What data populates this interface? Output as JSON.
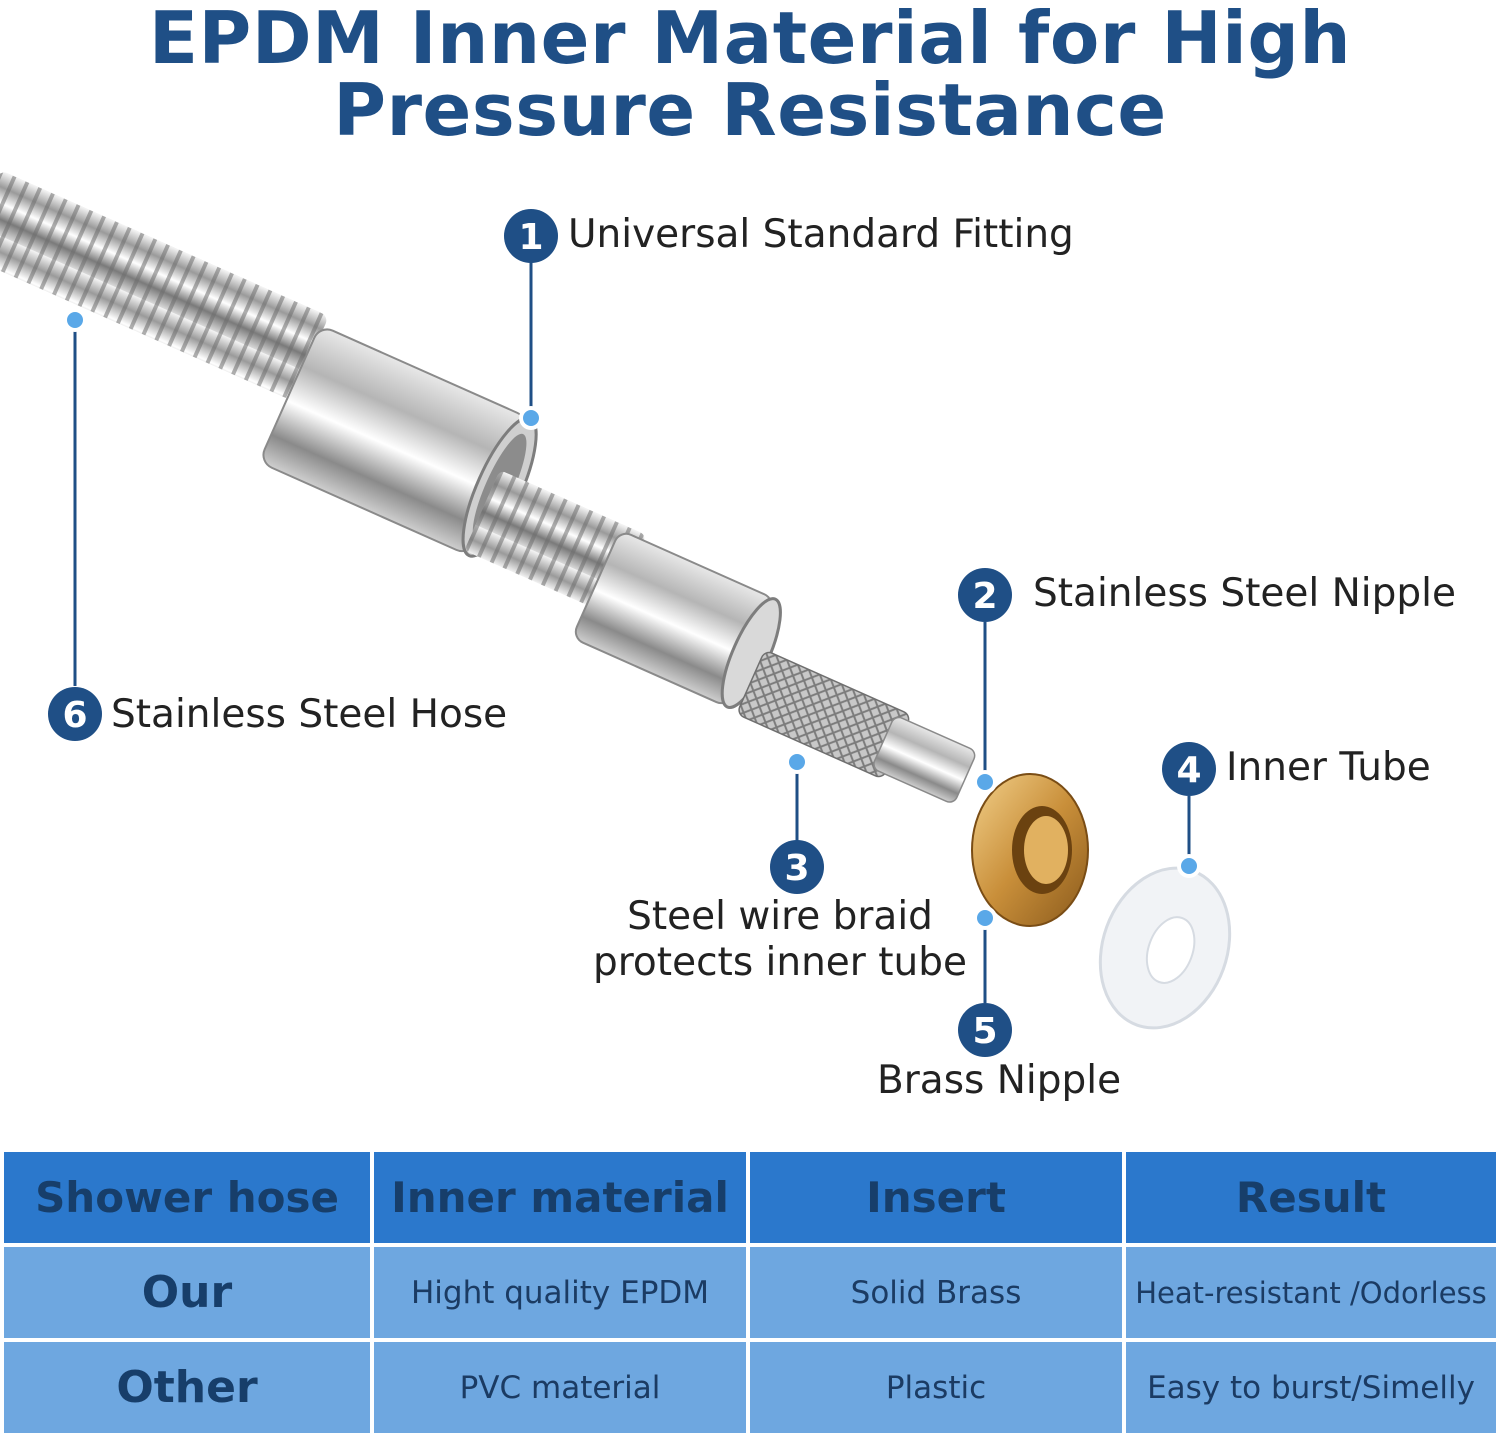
{
  "title": {
    "line1": "EPDM Inner Material for High",
    "line2": "Pressure Resistance"
  },
  "callouts": [
    {
      "number": "1",
      "label": "Universal Standard Fitting"
    },
    {
      "number": "2",
      "label": "Stainless Steel Nipple"
    },
    {
      "number": "3",
      "label_line1": "Steel wire braid",
      "label_line2": "protects inner tube"
    },
    {
      "number": "4",
      "label": "Inner Tube"
    },
    {
      "number": "5",
      "label": "Brass Nipple"
    },
    {
      "number": "6",
      "label": "Stainless Steel Hose"
    }
  ],
  "colors": {
    "accent": "#1f4f86",
    "header_cell": "#2b78cc",
    "body_cell": "#6ea7e0",
    "marker_fill": "#1f4f86",
    "marker_dot": "#5aa8e8"
  },
  "table": {
    "headers": [
      "Shower hose",
      "Inner material",
      "Insert",
      "Result"
    ],
    "rows": [
      [
        "Our",
        "Hight quality EPDM",
        "Solid Brass",
        "Heat-resistant /Odorless"
      ],
      [
        "Other",
        "PVC material",
        "Plastic",
        "Easy to burst/Simelly"
      ]
    ]
  }
}
